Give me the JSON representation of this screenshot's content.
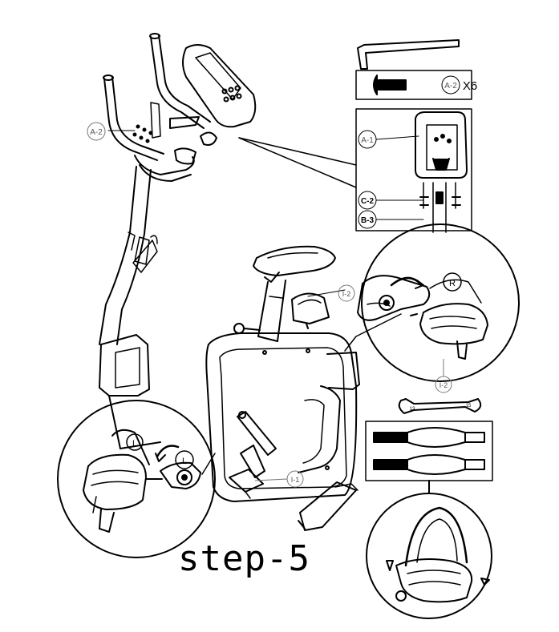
{
  "title": "step-5",
  "callouts": {
    "a2_main": "A-2",
    "a1": "A-1",
    "c2": "C-2",
    "b3": "B-3",
    "i2_top": "I-2",
    "i2_bottom": "I-2",
    "i1": "I-1"
  },
  "screw_box": {
    "part": "A-2",
    "qty": "X6"
  },
  "pedal_letters": {
    "right": "R",
    "left_pedal": "L",
    "left_crank": "L"
  },
  "wrench_sizes": {
    "left": "13",
    "right": "15"
  }
}
